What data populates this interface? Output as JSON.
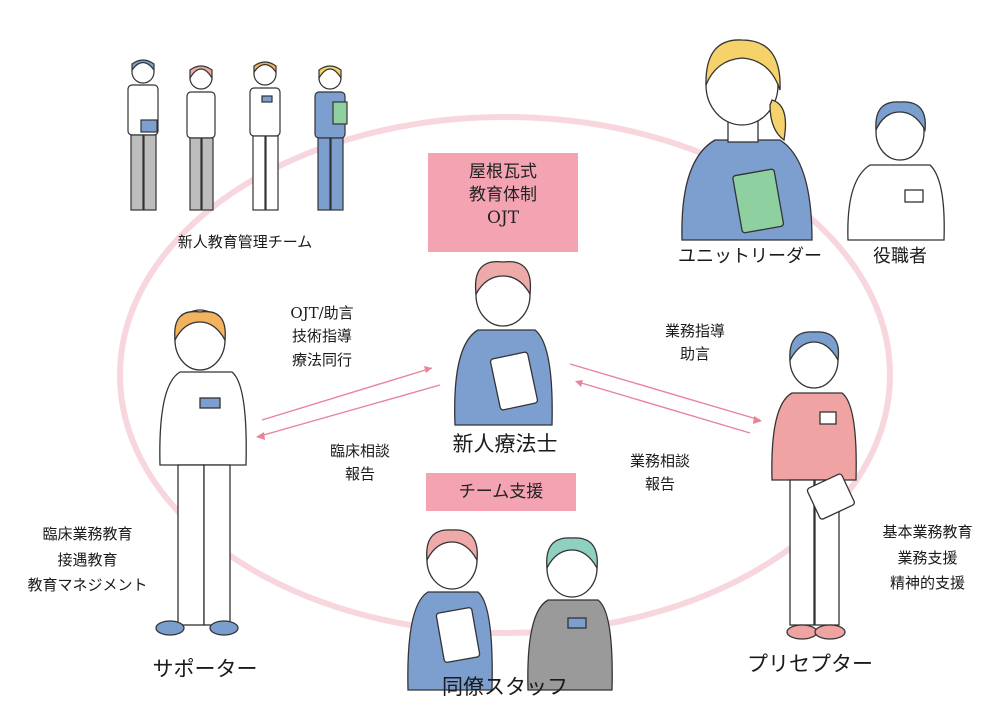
{
  "colors": {
    "ellipse": "#f7d7dd",
    "box": "#f4a3b3",
    "arrow": "#e8839a",
    "blue_scrub": "#7d9fcf",
    "pink_scrub": "#efa3a3",
    "gray_scrub": "#9a9a9a",
    "skin": "#ffffff",
    "hair_blond": "#f5d36a",
    "hair_orange": "#f2b25e",
    "hair_pink": "#eeaaa8",
    "hair_blue": "#7a9fcf",
    "hair_teal": "#8fd0c0",
    "clipboard_green": "#8fd0a0"
  },
  "top_box": {
    "lines": [
      "屋根瓦式",
      "教育体制",
      "OJT"
    ]
  },
  "center": {
    "label": "新人療法士"
  },
  "team_box": {
    "label": "チーム支援"
  },
  "groups": {
    "management": {
      "label": "新人教育管理チーム"
    },
    "unit_leader": {
      "label": "ユニットリーダー"
    },
    "executive": {
      "label": "役職者"
    },
    "supporter": {
      "label": "サポーター",
      "roles": [
        "臨床業務教育",
        "接遇教育",
        "教育マネジメント"
      ]
    },
    "preceptor": {
      "label": "プリセプター",
      "roles": [
        "基本業務教育",
        "業務支援",
        "精神的支援"
      ]
    },
    "colleagues": {
      "label": "同僚スタッフ"
    }
  },
  "arrows": {
    "left_up": [
      "OJT/助言",
      "技術指導",
      "療法同行"
    ],
    "left_down": [
      "臨床相談",
      "報告"
    ],
    "right_up": [
      "業務指導",
      "助言"
    ],
    "right_down": [
      "業務相談",
      "報告"
    ]
  }
}
